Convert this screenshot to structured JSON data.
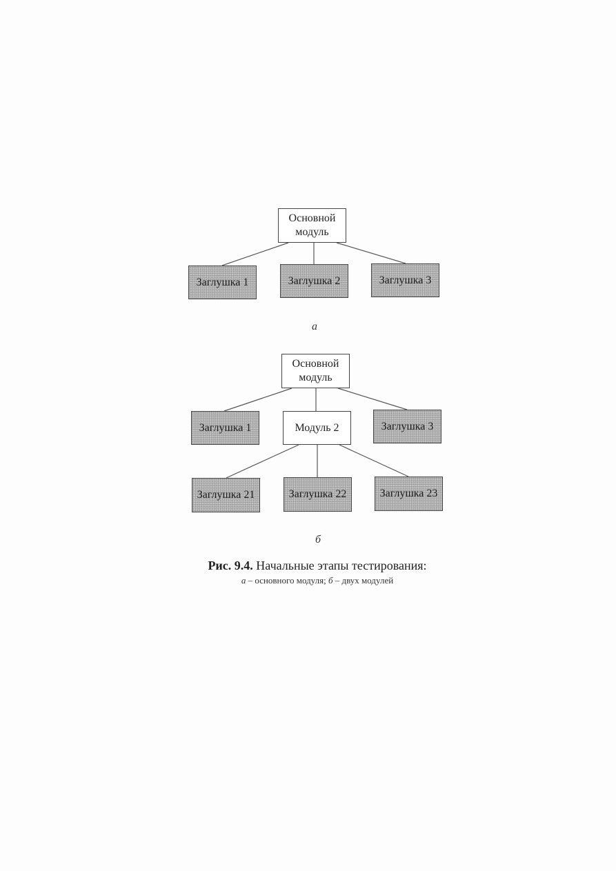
{
  "diagram_a": {
    "root": "Основной\nмодуль",
    "stubs": [
      "Заглушка 1",
      "Заглушка 2",
      "Заглушка 3"
    ],
    "label": "а"
  },
  "diagram_b": {
    "root": "Основной\nмодуль",
    "level1": [
      "Заглушка 1",
      "Модуль 2",
      "Заглушка 3"
    ],
    "level2": [
      "Заглушка 21",
      "Заглушка 22",
      "Заглушка 23"
    ],
    "label": "б"
  },
  "caption": {
    "prefix": "Рис. 9.4.",
    "title": " Начальные этапы тестирования:",
    "sub_a_letter": "а",
    "sub_a_text": " – основного модуля; ",
    "sub_b_letter": "б",
    "sub_b_text": " – двух модулей"
  },
  "colors": {
    "stub_fill": "#b9b9b9",
    "module_fill": "#ffffff",
    "border": "#444444"
  }
}
